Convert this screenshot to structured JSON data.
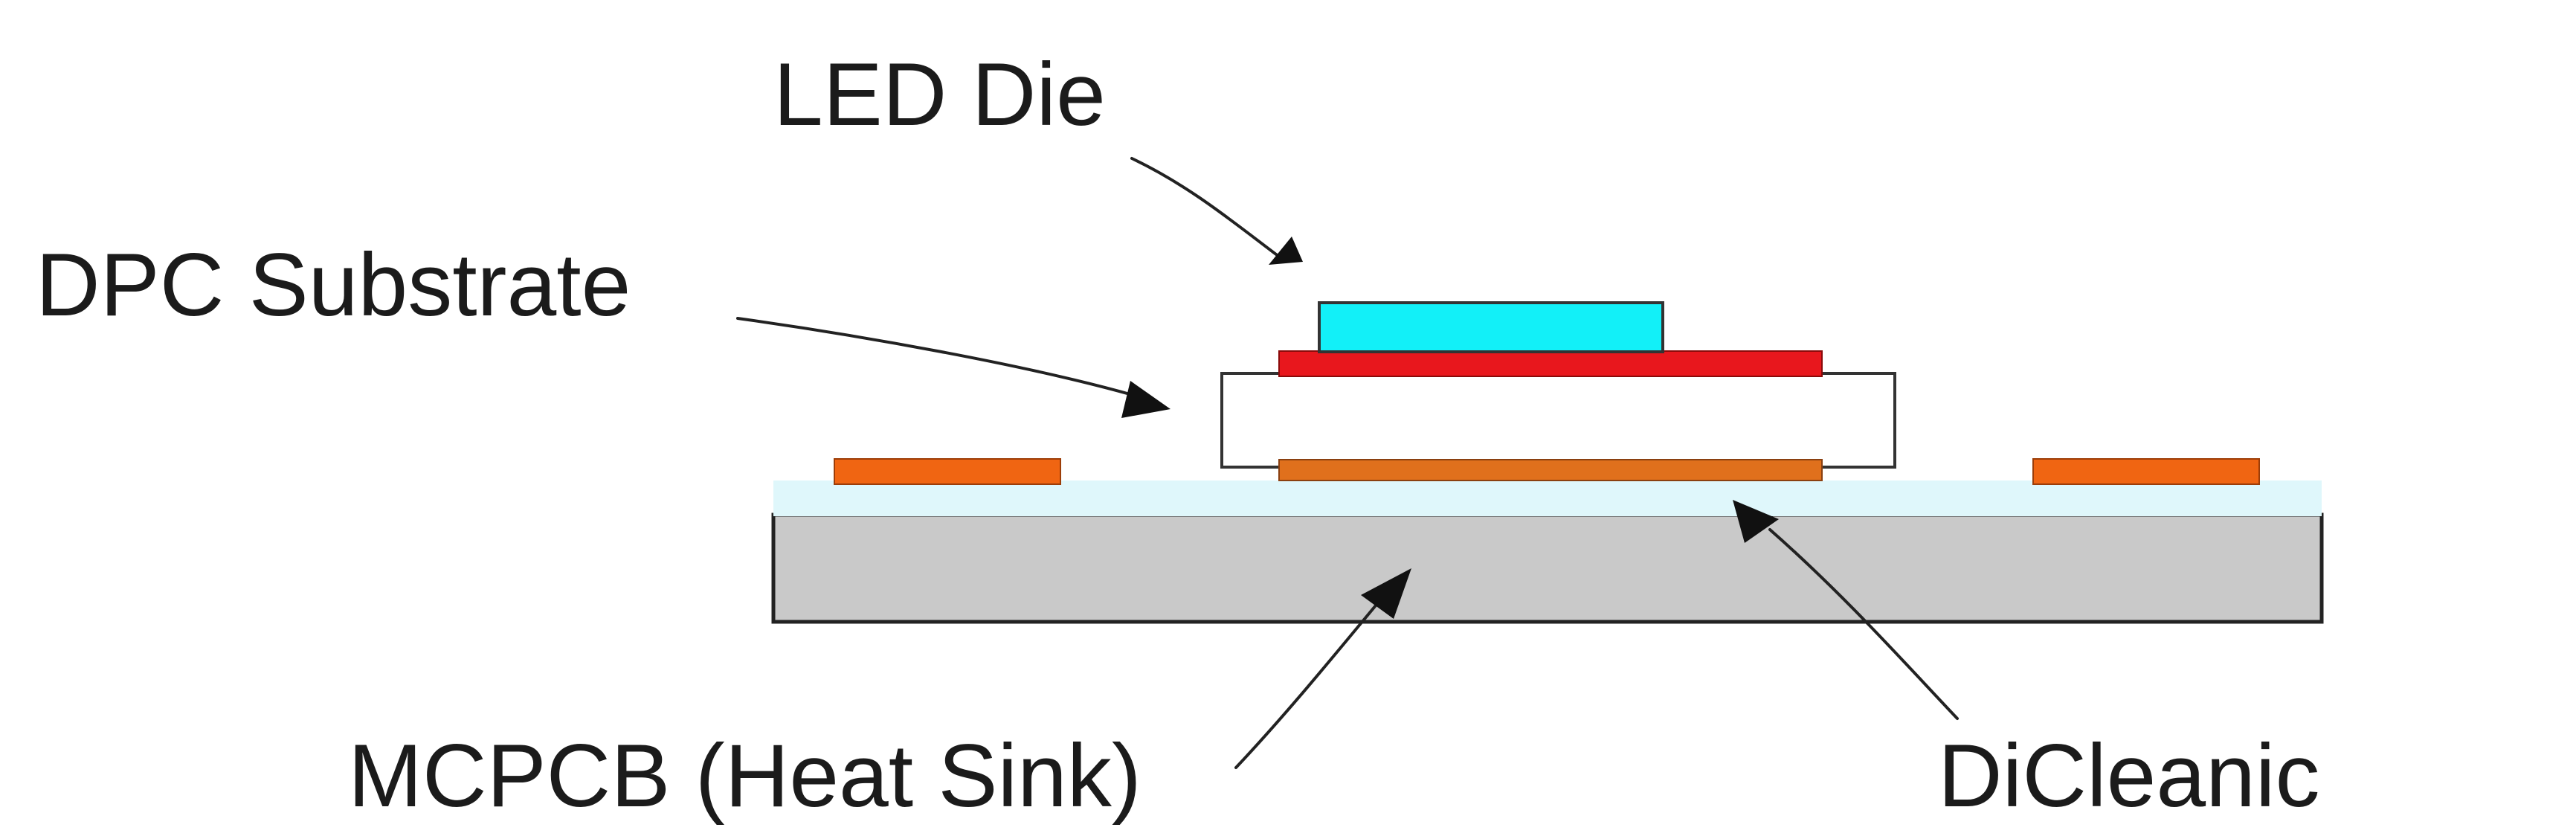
{
  "labels": {
    "led_die": "LED Die",
    "dpc_substrate": "DPC Substrate",
    "mcpcb": "MCPCB (Heat Sink)",
    "dielectric": "DiCleanic"
  },
  "colors": {
    "led_die": "#12f0f8",
    "top_copper": "#e8171d",
    "bottom_copper": "#e0701c",
    "side_pads": "#f06512",
    "dielectric_layer": "#dff7fb",
    "heat_sink": "#c9c9c9",
    "outline": "#222222"
  }
}
